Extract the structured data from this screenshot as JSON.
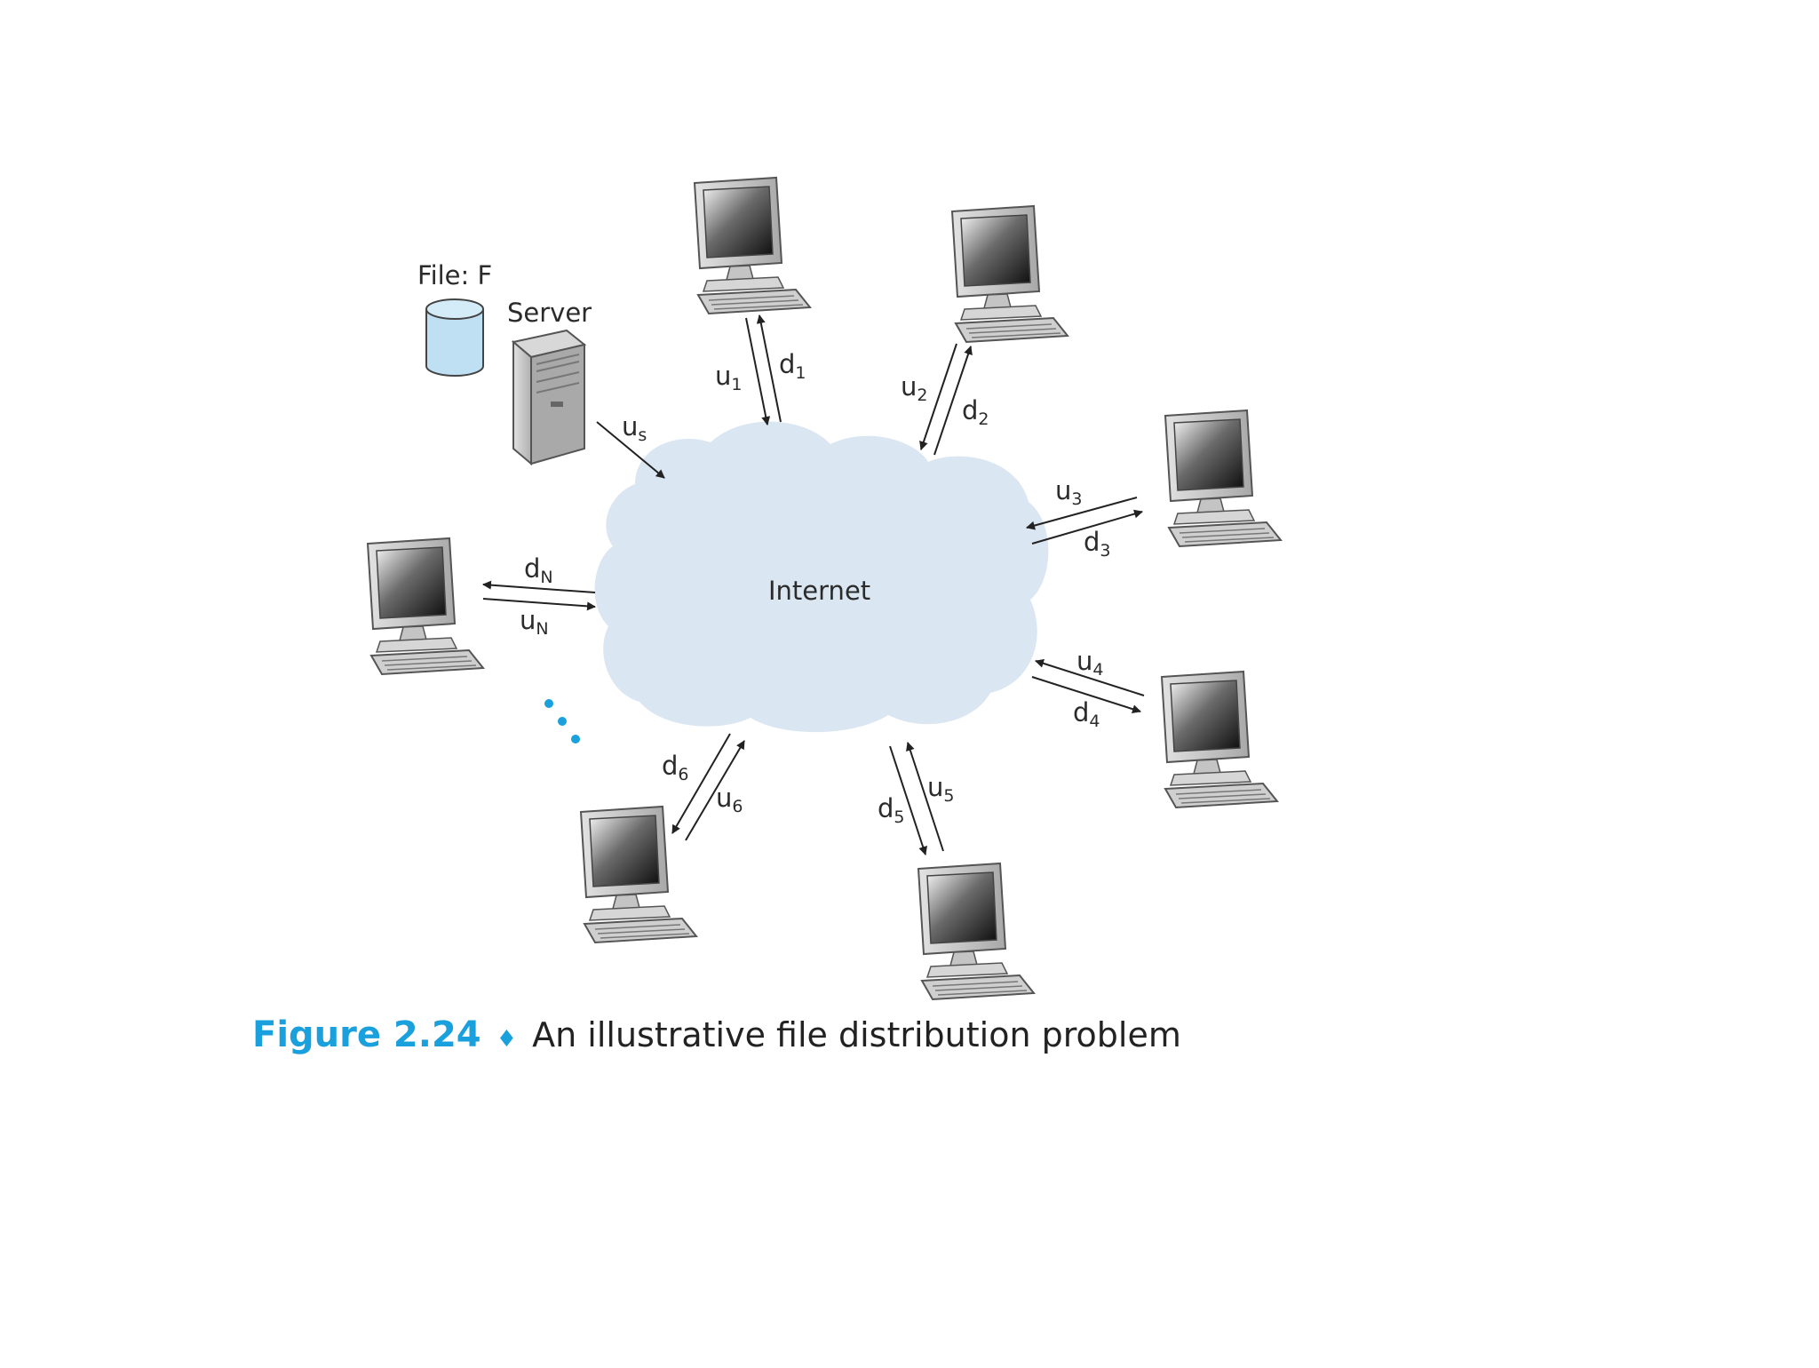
{
  "diagram": {
    "file_label": "File: F",
    "server_label": "Server",
    "server_link": {
      "label": "u",
      "sub": "s"
    },
    "internet_label": "Internet",
    "peers": [
      {
        "up": "u",
        "up_sub": "1",
        "down": "d",
        "down_sub": "1"
      },
      {
        "up": "u",
        "up_sub": "2",
        "down": "d",
        "down_sub": "2"
      },
      {
        "up": "u",
        "up_sub": "3",
        "down": "d",
        "down_sub": "3"
      },
      {
        "up": "u",
        "up_sub": "4",
        "down": "d",
        "down_sub": "4"
      },
      {
        "up": "u",
        "up_sub": "5",
        "down": "d",
        "down_sub": "5"
      },
      {
        "up": "u",
        "up_sub": "6",
        "down": "d",
        "down_sub": "6"
      },
      {
        "up": "u",
        "up_sub": "N",
        "down": "d",
        "down_sub": "N"
      }
    ],
    "colors": {
      "cloud": "#dae6f2",
      "disk": "#bfe0f3",
      "accent": "#1aa0dc",
      "arrow": "#222222"
    }
  },
  "caption": {
    "number": "Figure 2.24",
    "bullet": "♦",
    "text": "An illustrative file distribution problem"
  }
}
